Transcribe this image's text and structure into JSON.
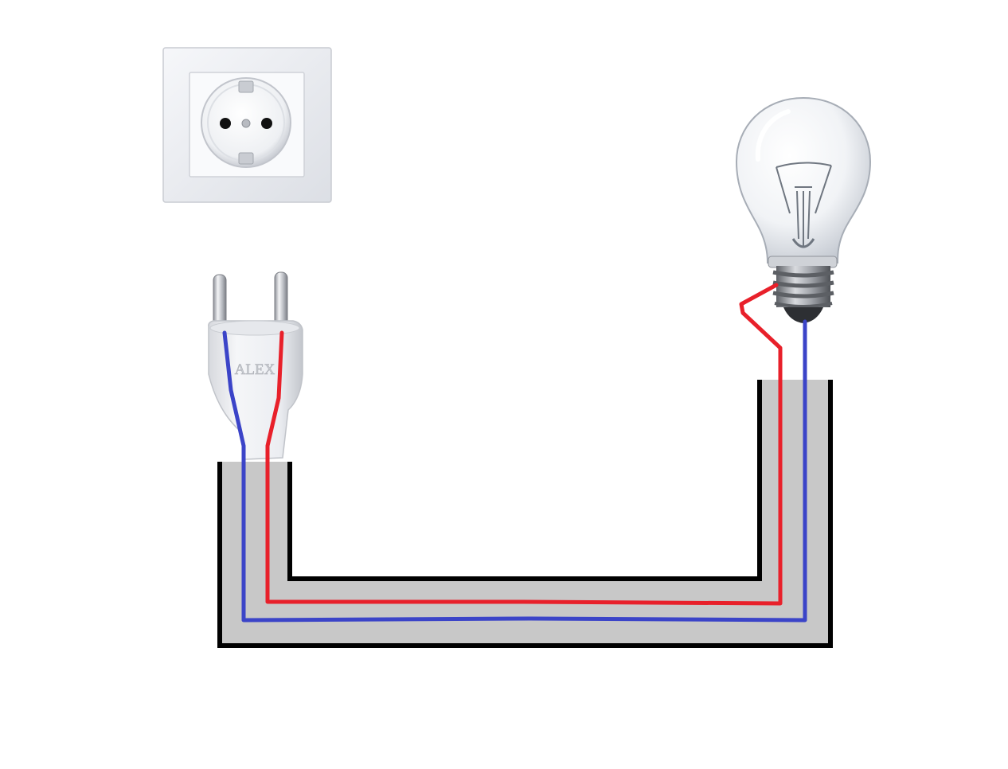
{
  "diagram": {
    "components": [
      {
        "id": "socket",
        "type": "schuko-wall-socket"
      },
      {
        "id": "plug",
        "type": "two-pin-europlug",
        "molded_text": "ALEX"
      },
      {
        "id": "lamp",
        "type": "incandescent-light-bulb"
      },
      {
        "id": "cable",
        "type": "two-core-cable"
      }
    ],
    "wires": [
      {
        "id": "wire-red",
        "color": "#e8202a",
        "from": "plug",
        "to": "lamp"
      },
      {
        "id": "wire-blue",
        "color": "#3b44c8",
        "from": "plug",
        "to": "lamp"
      }
    ],
    "colors": {
      "background": "#ffffff",
      "cable_sheath": "#c8c8c8",
      "cable_outline": "#000000",
      "wire_red": "#e8202a",
      "wire_blue": "#3b44c8",
      "socket_frame": "#eceef2",
      "plug_body": "#eeeff3",
      "bulb_base": "#8a8d92"
    }
  }
}
